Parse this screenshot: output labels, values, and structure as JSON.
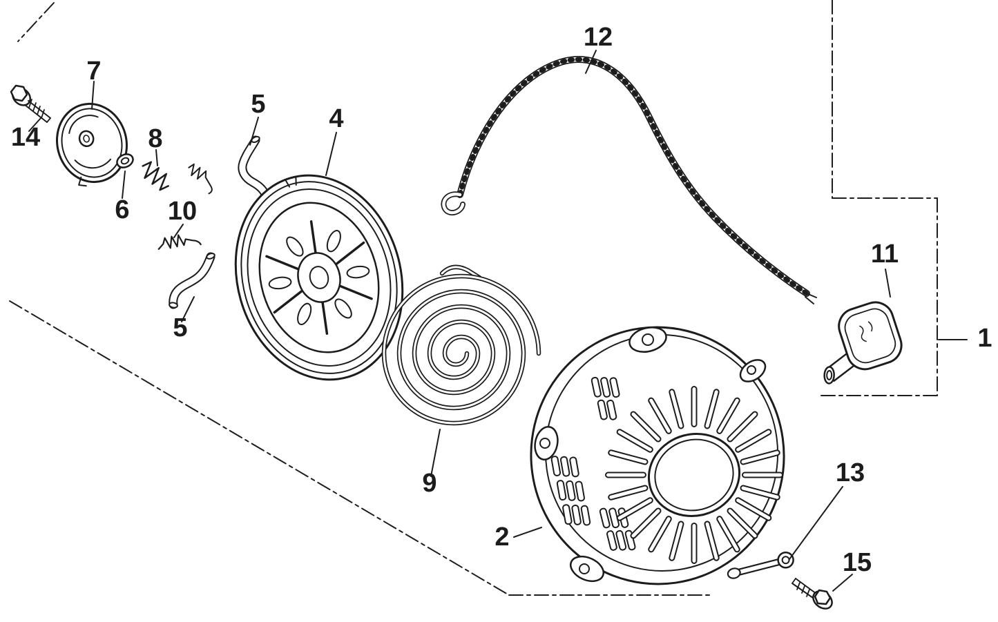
{
  "figure": {
    "background": "#ffffff",
    "line_color": "#1c1c1c",
    "type": "exploded-parts-diagram",
    "callouts": [
      {
        "name": "assembly",
        "label": "1"
      },
      {
        "name": "starter-case",
        "label": "2"
      },
      {
        "name": "rope-reel",
        "label": "4"
      },
      {
        "name": "tube-upper",
        "label": "5"
      },
      {
        "name": "tube-lower",
        "label": "5"
      },
      {
        "name": "washer",
        "label": "6"
      },
      {
        "name": "drive-plate",
        "label": "7"
      },
      {
        "name": "friction-spring",
        "label": "8"
      },
      {
        "name": "spiral-spring",
        "label": "9"
      },
      {
        "name": "return-spring",
        "label": "10"
      },
      {
        "name": "starter-grip",
        "label": "11"
      },
      {
        "name": "starter-rope",
        "label": "12"
      },
      {
        "name": "ratchet-arm",
        "label": "13"
      },
      {
        "name": "bolt-front",
        "label": "14"
      },
      {
        "name": "bolt-rear",
        "label": "15"
      }
    ]
  }
}
